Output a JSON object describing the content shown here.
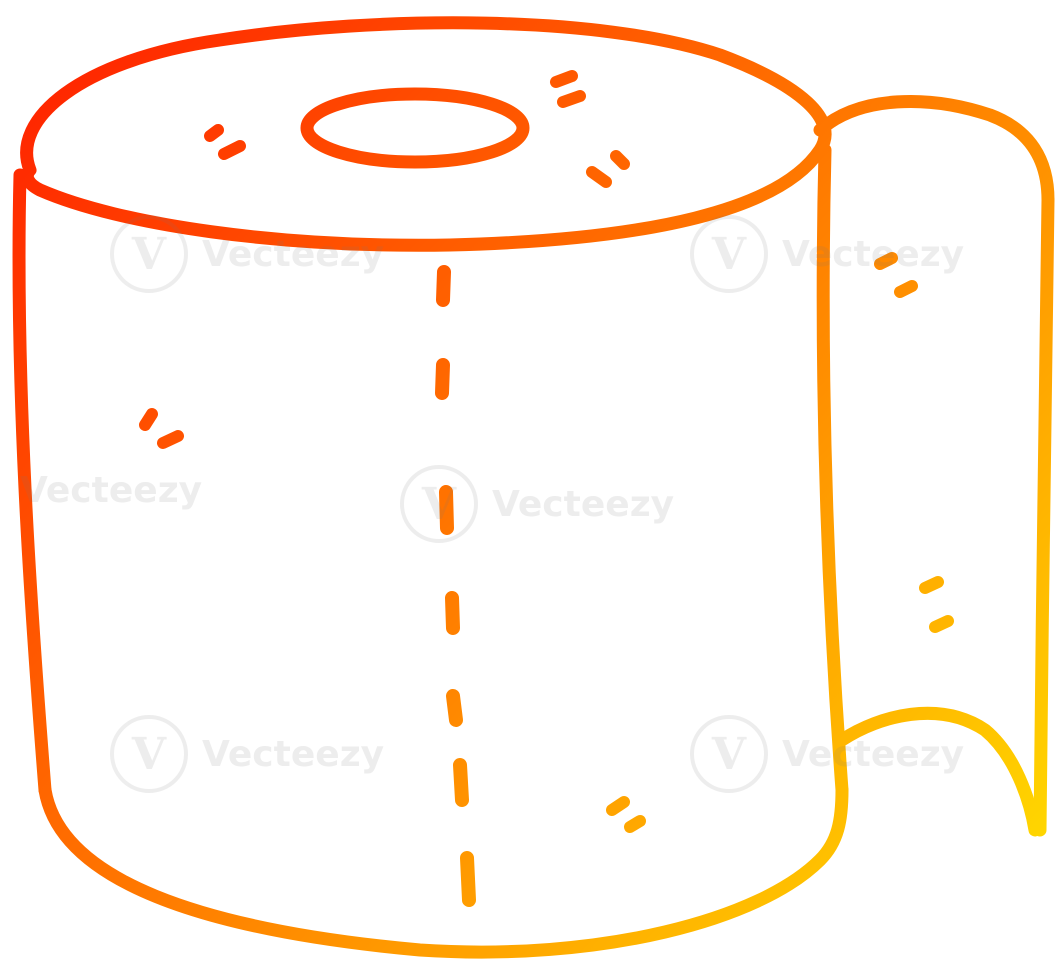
{
  "illustration": {
    "subject": "toilet-paper-roll",
    "style": "hand-drawn line art",
    "gradient": {
      "start_color": "#ff1a00",
      "mid_color": "#ff7a00",
      "end_color": "#ffe600"
    },
    "background_color": "#ffffff"
  },
  "watermark": {
    "text": "Vecteezy",
    "logo_glyph": "V"
  }
}
